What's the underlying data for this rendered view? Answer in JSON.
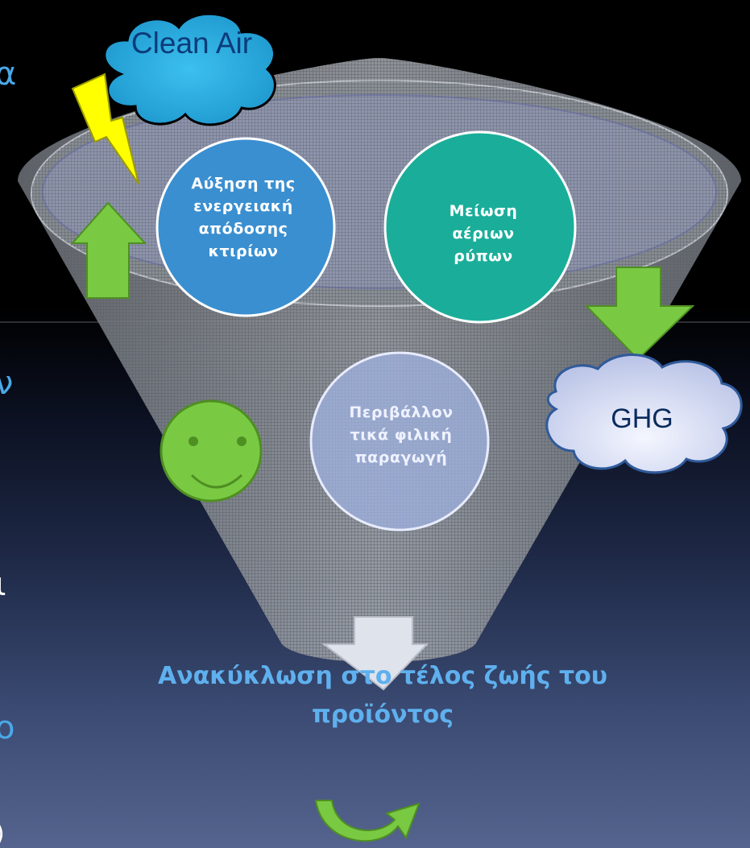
{
  "circles": {
    "efficiency": "Αύξηση της ενεργειακή απόδοσης κτιρίων",
    "pollutants": "Μείωση αέριων ρύπων",
    "environment": "Περιβάλλον τικά φιλική παραγωγή"
  },
  "clouds": {
    "clean_air": "Clean Air",
    "ghg": "GHG"
  },
  "bottom": {
    "recycling": "Ανακύκλωση στο τέλος ζωής του προϊόντος"
  },
  "edge_text": {
    "e1": "α",
    "e2": "ν",
    "e3": "ι",
    "e4": "ο",
    "e5": ")"
  },
  "colors": {
    "background_top": "#000000",
    "background_bottom": "#55648e",
    "funnel": "#8a8f96",
    "circle_blue": "#3a8fd0",
    "circle_teal": "#1aae9a",
    "circle_lavender": "#9fb2e0",
    "arrow_green": "#7ac943",
    "cloud_blue": "#1fa3d8",
    "cloud_ghg": "#d9deef",
    "lightning": "#ffff00",
    "recycle_text": "#5fb0ee"
  },
  "icons": [
    "lightning-icon",
    "up-arrow-icon",
    "down-arrow-icon",
    "smiley-icon",
    "down-block-arrow-icon",
    "curved-recycle-arrow-icon"
  ]
}
